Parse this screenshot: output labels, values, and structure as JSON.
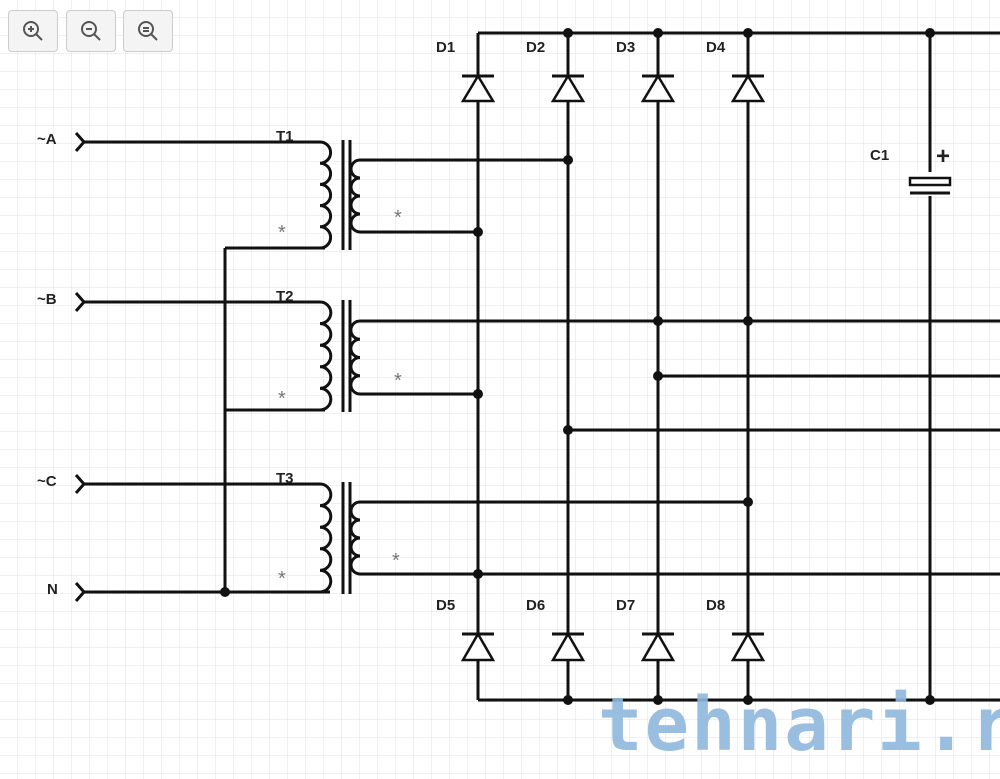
{
  "toolbar": {
    "zoom_in": "zoom-in",
    "zoom_out": "zoom-out",
    "zoom_reset": "zoom-reset"
  },
  "inputs": [
    "~A",
    "~B",
    "~C",
    "N"
  ],
  "transformers": [
    "T1",
    "T2",
    "T3"
  ],
  "diodes_top": [
    "D1",
    "D2",
    "D3",
    "D4"
  ],
  "diodes_bottom": [
    "D5",
    "D6",
    "D7",
    "D8"
  ],
  "capacitor": {
    "label": "C1",
    "polarity": "+"
  },
  "marker": "*",
  "watermark": "tehnari.ru",
  "colors": {
    "wire": "#111111",
    "grid": "#e4e4e4",
    "watermark": "#8fb8dc"
  }
}
